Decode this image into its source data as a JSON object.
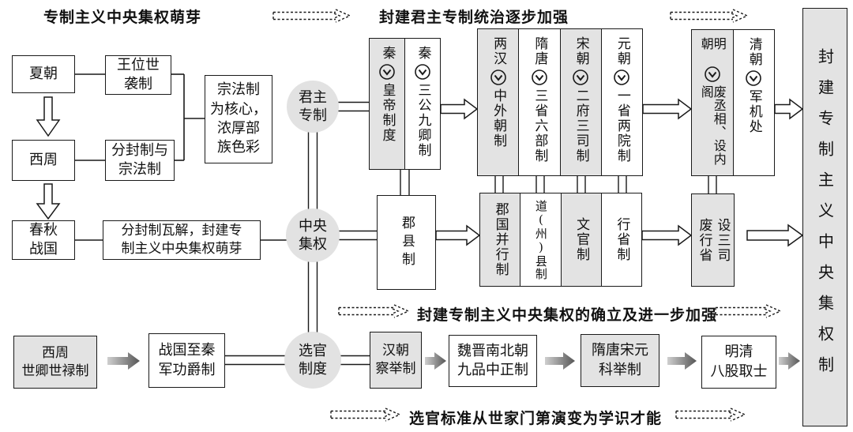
{
  "headers": {
    "top_left": "专制主义中央集权萌芽",
    "top_center": "封建君主专制统治逐步加强",
    "middle": "封建专制主义中央集权的确立及进一步加强",
    "bottom": "选官标准从世家门第演变为学识才能"
  },
  "origin_flow": {
    "xia": "夏朝",
    "hereditary": "王位世\n袭制",
    "xizhou": "西周",
    "enfeoffment": "分封制与\n宗法制",
    "patriarchal": "宗法制\n为核心，\n浓厚部\n族色彩",
    "chunqiu": "春秋\n战国",
    "collapse": "分封制瓦解，封建专\n制主义中央集权萌芽"
  },
  "circles": {
    "monarchy": "君主\n专制",
    "centralization": "中央\n集权",
    "selection": "选官\n制度"
  },
  "monarchy_row": {
    "qin_group": [
      {
        "era": "秦",
        "system": "皇帝制度"
      },
      {
        "era": "秦",
        "system": "三公九卿制"
      }
    ],
    "mid_group": [
      {
        "era": "两汉",
        "system": "中外朝制"
      },
      {
        "era": "隋唐",
        "system": "三省六部制"
      },
      {
        "era": "宋朝",
        "system": "二府三司制"
      },
      {
        "era": "元朝",
        "system": "一省两院制"
      }
    ],
    "late_group": [
      {
        "era": "明朝",
        "system": "废丞相、设内阁"
      },
      {
        "era": "清朝",
        "system": "军机处"
      }
    ]
  },
  "central_row": {
    "junxian": "郡县制",
    "cells": [
      "郡国并行制",
      "道(州)县制",
      "文官制",
      "行省制"
    ],
    "ming_reform_left": "废行省",
    "ming_reform_right": "设三司"
  },
  "selection_row": {
    "xizhou": "西周\n世卿世禄制",
    "zhanguo": "战国至秦\n军功爵制",
    "han": "汉朝\n察举制",
    "weijin": "魏晋南北朝\n九品中正制",
    "suitang": "隋唐宋元\n科举制",
    "mingqing": "明清\n八股取士"
  },
  "conclusion": "封建专制主义中央集权制",
  "colors": {
    "shaded": "#e3e3e3",
    "border": "#1a1a1a",
    "background": "#ffffff"
  }
}
